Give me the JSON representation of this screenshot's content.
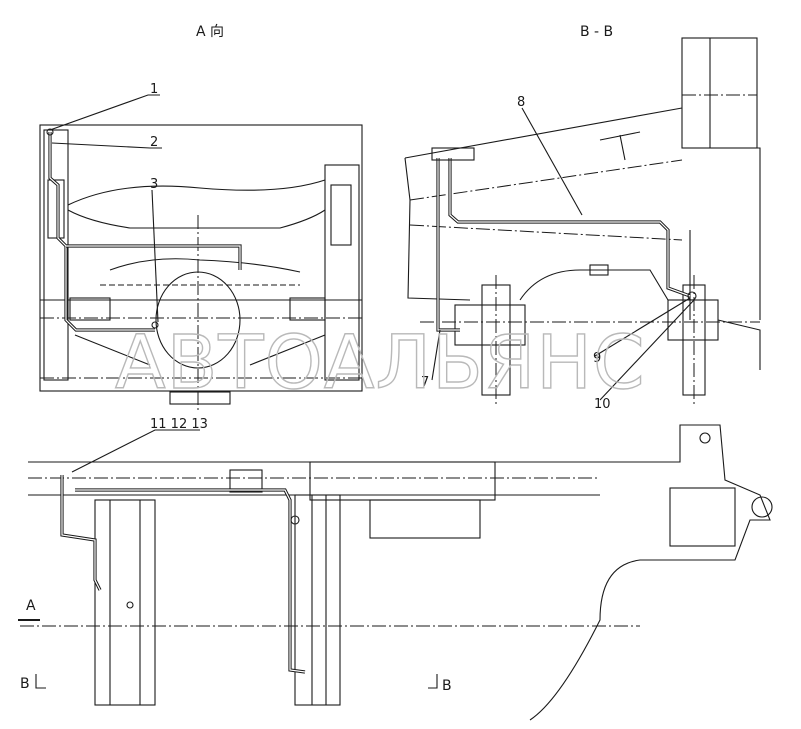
{
  "views": {
    "view_a": "A 向",
    "view_bb": "B - B"
  },
  "callouts": {
    "c1": "1",
    "c2": "2",
    "c3": "3",
    "c7": "7",
    "c8": "8",
    "c9": "9",
    "c10": "10",
    "c11_12_13": "11 12 13"
  },
  "section_marks": {
    "arrow_a": "A",
    "left_b": "B",
    "right_b": "B"
  },
  "watermark": "АВТОАЛЬЯНС"
}
